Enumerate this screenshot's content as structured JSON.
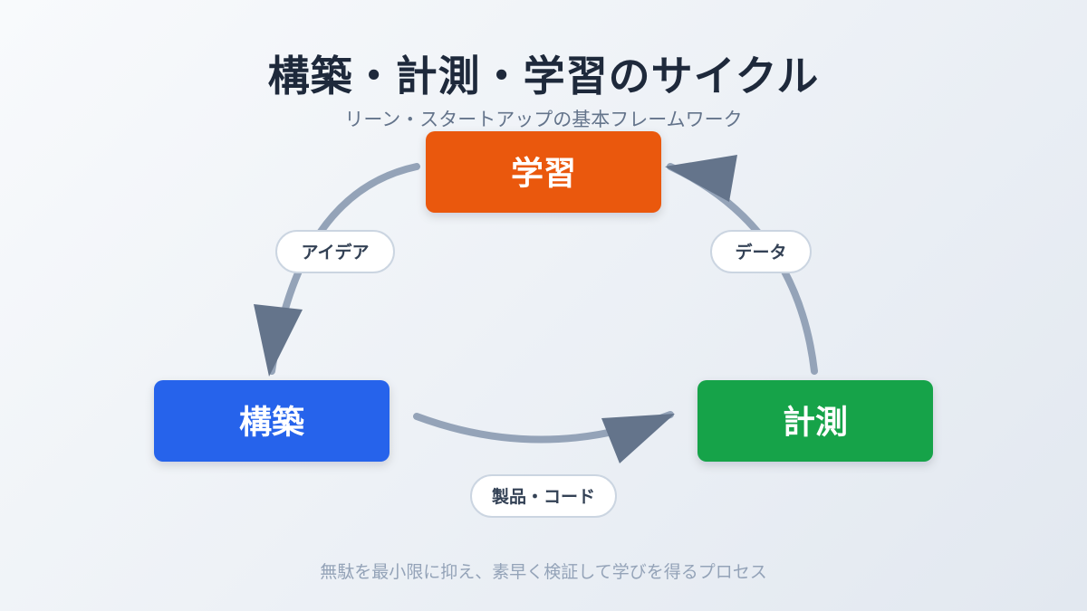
{
  "header": {
    "title": "構築・計測・学習のサイクル",
    "subtitle": "リーン・スタートアップの基本フレームワーク"
  },
  "nodes": {
    "learn": {
      "label": "学習",
      "color": "#ea580c"
    },
    "build": {
      "label": "構築",
      "color": "#2563eb"
    },
    "measure": {
      "label": "計測",
      "color": "#16a34a"
    }
  },
  "edges": {
    "learn_to_build": {
      "label": "アイデア"
    },
    "build_to_measure": {
      "label": "製品・コード"
    },
    "measure_to_learn": {
      "label": "データ"
    }
  },
  "colors": {
    "arrow_stroke": "#94a3b8",
    "arrow_head": "#64748b",
    "pill_border": "#cbd5e1"
  },
  "footer": {
    "text": "無駄を最小限に抑え、素早く検証して学びを得るプロセス"
  }
}
